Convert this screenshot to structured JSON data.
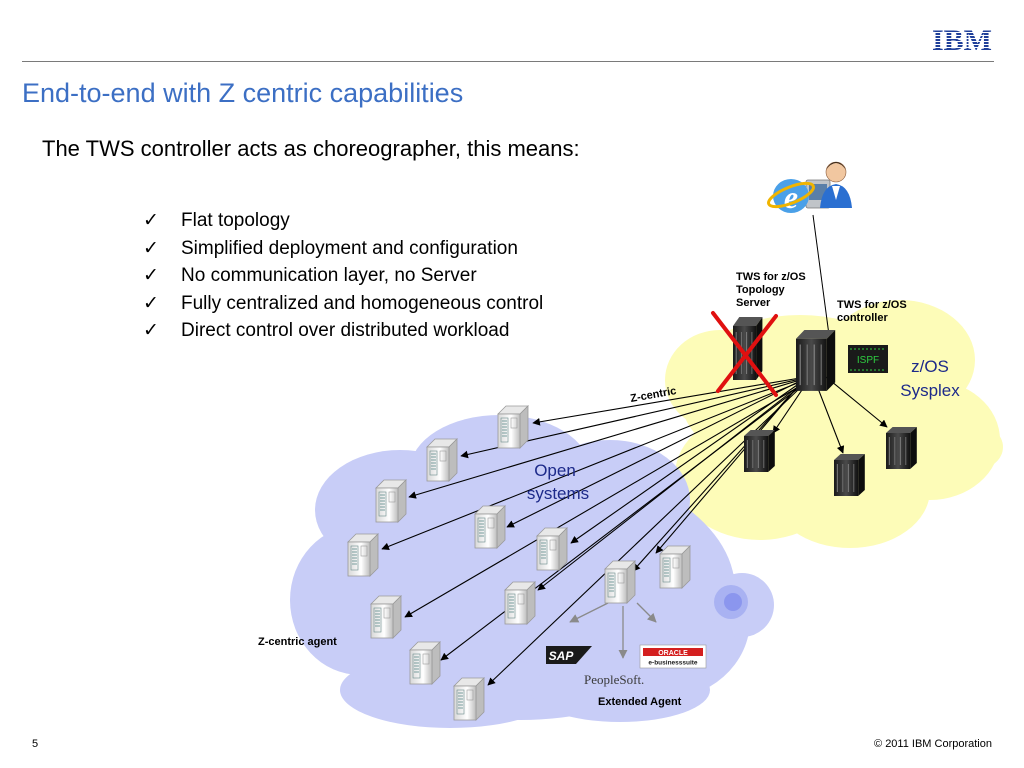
{
  "header": {
    "logo_text": "IBM",
    "title": "End-to-end with Z centric capabilities"
  },
  "intro": "The TWS controller acts as choreographer, this means:",
  "bullets": [
    "Flat topology",
    "Simplified deployment and configuration",
    "No communication layer, no Server",
    "Fully centralized and homogeneous control",
    "Direct control over distributed workload"
  ],
  "diagram": {
    "topology_server_label": [
      "TWS for z/OS",
      "Topology",
      "Server"
    ],
    "controller_label": [
      "TWS for z/OS",
      "controller"
    ],
    "ispf_label": "ISPF",
    "sysplex_label": [
      "z/OS",
      "Sysplex"
    ],
    "open_systems_label": [
      "Open",
      "systems"
    ],
    "zcentric_line_label": "Z-centric",
    "zcentric_agent_label": "Z-centric agent",
    "extended_agent_label": "Extended Agent",
    "sap_logo_text": "SAP",
    "oracle_logo_text": [
      "ORACLE",
      "e-businesssuite"
    ],
    "peoplesoft_logo_text": "PeopleSoft.",
    "colors": {
      "sysplex_cloud": "#fdfcb8",
      "open_cloud": "#c8cdf7",
      "cross": "#e01010"
    }
  },
  "footer": {
    "page_number": "5",
    "copyright": "© 2011 IBM Corporation"
  }
}
